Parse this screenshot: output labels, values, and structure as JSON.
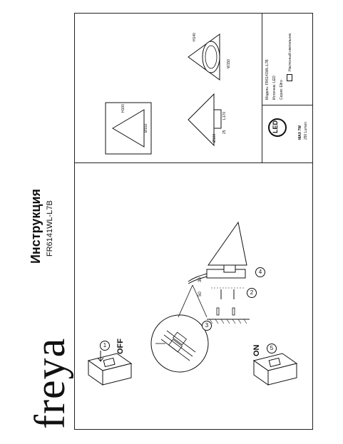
{
  "brand": {
    "logo": "freya"
  },
  "header": {
    "title": "Инструкция",
    "model": "FR6141WL-L7B"
  },
  "steps": {
    "s1": "1",
    "s1_label": "OFF",
    "s2": "2",
    "s3": "3",
    "s4": "4",
    "s5": "5",
    "s5_label": "ON"
  },
  "install_dims": {
    "d1": "50",
    "d2": "30"
  },
  "spec": {
    "model": "Модель: FR6141WL-L7B",
    "light": "Источник: LED",
    "series": "Серия: Eltro",
    "type": "Настенный светильник",
    "led": "LED",
    "power": "MAX 7W",
    "lumen": "290 Lumen"
  },
  "dimensions": {
    "h140": "H140",
    "w150": "W150",
    "h100": "H100",
    "d150": "Ø150",
    "d100": "Ø100",
    "l170": "L170",
    "h25": "25"
  }
}
